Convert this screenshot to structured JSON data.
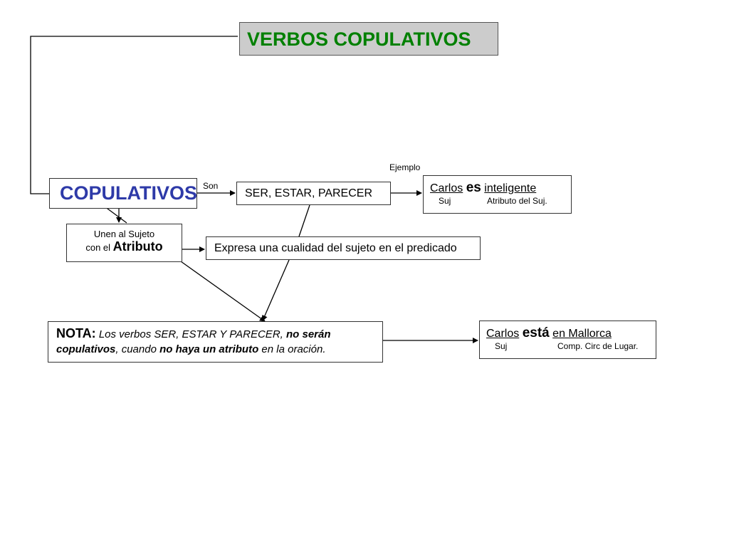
{
  "title": "VERBOS COPULATIVOS",
  "copulativos": "COPULATIVOS",
  "label_son": "Son",
  "label_ejemplo": "Ejemplo",
  "verbs": "SER, ESTAR, PARECER",
  "example1": {
    "subject": "Carlos",
    "verb": "es",
    "attribute": "inteligente",
    "subject_label": "Suj",
    "attribute_label": "Atributo del Suj."
  },
  "unen": {
    "line1": "Unen al Sujeto",
    "line2": "con el",
    "line2_big": "Atributo"
  },
  "expresa": "Expresa una cualidad del sujeto en el predicado",
  "nota": {
    "head": "NOTA:",
    "t1": "Los verbos SER, ESTAR Y PARECER,",
    "b1": "no serán",
    "b2": "copulativos",
    "t2": ", cuando",
    "b3": "no haya un atributo",
    "t3": "en la oración."
  },
  "example2": {
    "subject": "Carlos",
    "verb": "está",
    "complement": "en Mallorca",
    "subject_label": "Suj",
    "complement_label": "Comp. Circ de Lugar."
  }
}
